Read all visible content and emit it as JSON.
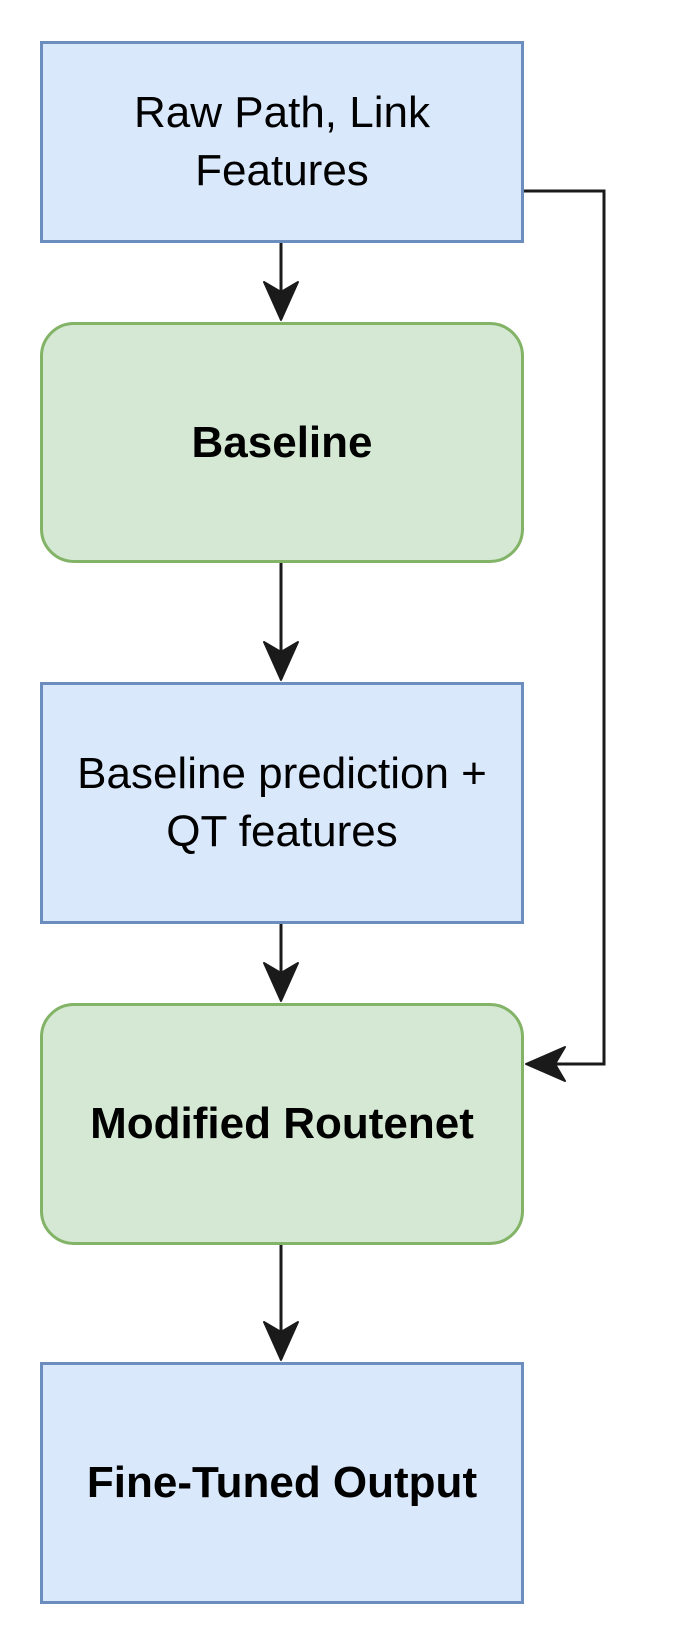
{
  "colors": {
    "rect_fill": "#dae8fc",
    "rect_stroke": "#6c8ebf",
    "rounded_fill": "#d5e8d4",
    "rounded_stroke": "#82b366",
    "edge": "#1a1a1a"
  },
  "nodes": {
    "raw_features": {
      "label": "Raw Path, Link Features"
    },
    "baseline": {
      "label": "Baseline"
    },
    "baseline_prediction": {
      "label": "Baseline prediction + QT features"
    },
    "modified_routenet": {
      "label": "Modified Routenet"
    },
    "fine_tuned_output": {
      "label": "Fine-Tuned Output"
    }
  }
}
